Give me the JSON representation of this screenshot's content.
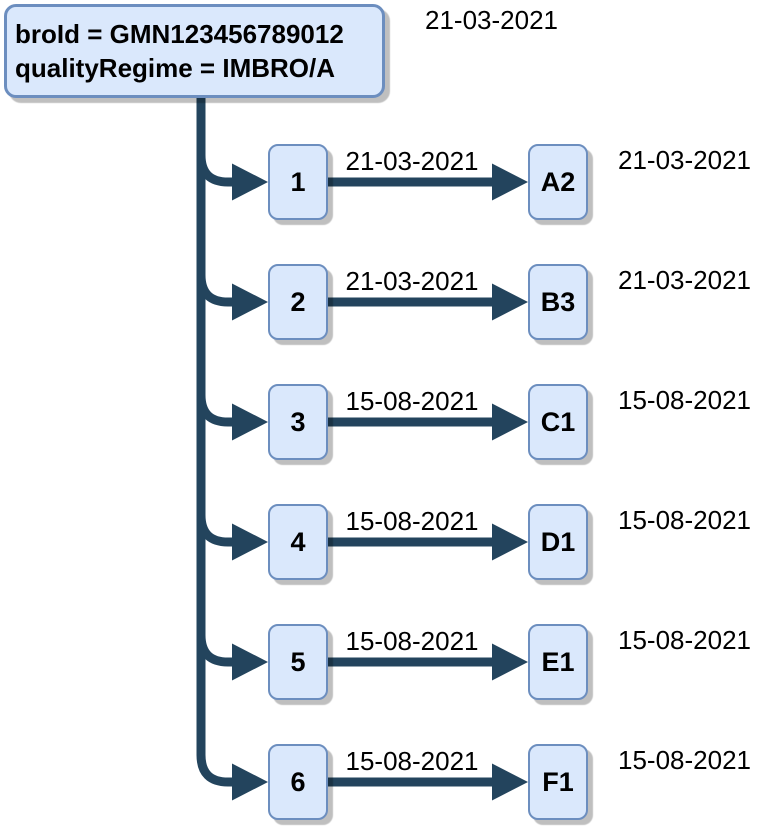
{
  "root": {
    "line1": "broId = GMN123456789012",
    "line2": "qualityRegime = IMBRO/A",
    "date": "21-03-2021"
  },
  "rows": [
    {
      "number": "1",
      "edge_date": "21-03-2021",
      "letter": "A2",
      "right_date": "21-03-2021"
    },
    {
      "number": "2",
      "edge_date": "21-03-2021",
      "letter": "B3",
      "right_date": "21-03-2021"
    },
    {
      "number": "3",
      "edge_date": "15-08-2021",
      "letter": "C1",
      "right_date": "15-08-2021"
    },
    {
      "number": "4",
      "edge_date": "15-08-2021",
      "letter": "D1",
      "right_date": "15-08-2021"
    },
    {
      "number": "5",
      "edge_date": "15-08-2021",
      "letter": "E1",
      "right_date": "15-08-2021"
    },
    {
      "number": "6",
      "edge_date": "15-08-2021",
      "letter": "F1",
      "right_date": "15-08-2021"
    }
  ],
  "colors": {
    "node_fill": "#dae8fc",
    "node_border": "#6c8ebf",
    "connector": "#23445d",
    "text": "#000000"
  }
}
